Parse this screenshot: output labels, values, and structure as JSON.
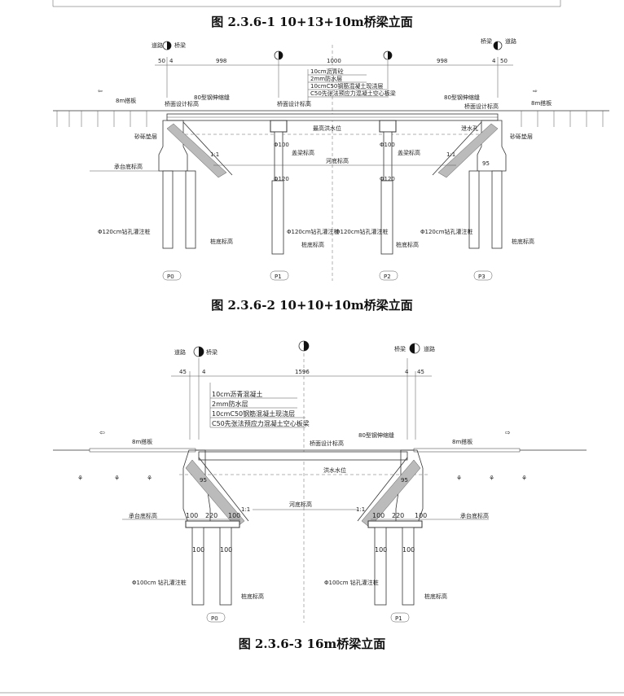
{
  "captions": {
    "fig1": "图 2.3.6-1    10+13+10m桥梁立面",
    "fig2": "图 2.3.6-2   10+10+10m桥梁立面",
    "fig3": "图 2.3.6-3   16m桥梁立面"
  },
  "fig2": {
    "road_left": "道路",
    "bridge_left": "桥梁",
    "road_right": "道路",
    "bridge_right": "桥梁",
    "dims": [
      "50",
      "4",
      "998",
      "1000",
      "998",
      "4",
      "50"
    ],
    "layers": [
      "10cm沥青砼",
      "2mm防水层",
      "10cmC50钢筋混凝土现浇层",
      "C50先张法预应力混凝土空心板梁"
    ],
    "approach_slab_left": "8m搭板",
    "approach_slab_right": "8m搭板",
    "deck_elev_left": "桥面设计标高",
    "deck_elev_mid": "桥面设计标高",
    "deck_elev_right": "桥面设计标高",
    "joint_left": "80型钢伸缩缝",
    "joint_right": "80型钢伸缩缝",
    "stone_left": "砂砾垫层",
    "stone_right": "砂砾垫层",
    "flood_level": "最高洪水位",
    "water_hole": "泄水孔",
    "pier_top": "盖梁标高",
    "riverbed": "河底标高",
    "cap_bottom": "承台底标高",
    "col_dims": [
      "Φ100",
      "Φ100",
      "Φ120",
      "Φ120"
    ],
    "dim_95": "95",
    "slope": "1:1",
    "pile_left": "Φ120cm钻孔灌注桩",
    "pile_mid1": "Φ120cm钻孔灌注桩",
    "pile_mid2": "Φ120cm钻孔灌注桩",
    "pile_right": "Φ120cm钻孔灌注桩",
    "pile_bottom_left": "桩底标高",
    "pile_bottom_mid": "桩底标高",
    "piers": [
      "P0",
      "P1",
      "P2",
      "P3"
    ]
  },
  "fig3": {
    "road_left": "道路",
    "bridge_left": "桥梁",
    "road_right": "道路",
    "bridge_right": "桥梁",
    "dims": [
      "45",
      "4",
      "1596",
      "4",
      "45"
    ],
    "layers": [
      "10cm沥青混凝土",
      "2mm防水层",
      "10cmC50钢筋混凝土现浇层",
      "C50先张法预应力混凝土空心板梁"
    ],
    "approach_slab_left": "8m搭板",
    "approach_slab_right": "8m搭板",
    "deck_elev": "桥面设计标高",
    "joint": "80型钢伸缩缝",
    "flood_level": "洪水水位",
    "riverbed": "河底标高",
    "cap_bottom_left": "承台底标高",
    "cap_bottom_right": "承台底标高",
    "cap_dims_left": [
      "100",
      "220",
      "100"
    ],
    "cap_dims_right": [
      "100",
      "220",
      "100"
    ],
    "col_dims": [
      "100",
      "100",
      "100",
      "100"
    ],
    "dim_95": "95",
    "slope": "1:1",
    "pile_left": "Φ100cm 钻孔灌注桩",
    "pile_right": "Φ100cm 钻孔灌注桩",
    "pile_bottom_left": "桩底标高",
    "pile_bottom_right": "桩底标高",
    "piers": [
      "P0",
      "P1"
    ]
  }
}
